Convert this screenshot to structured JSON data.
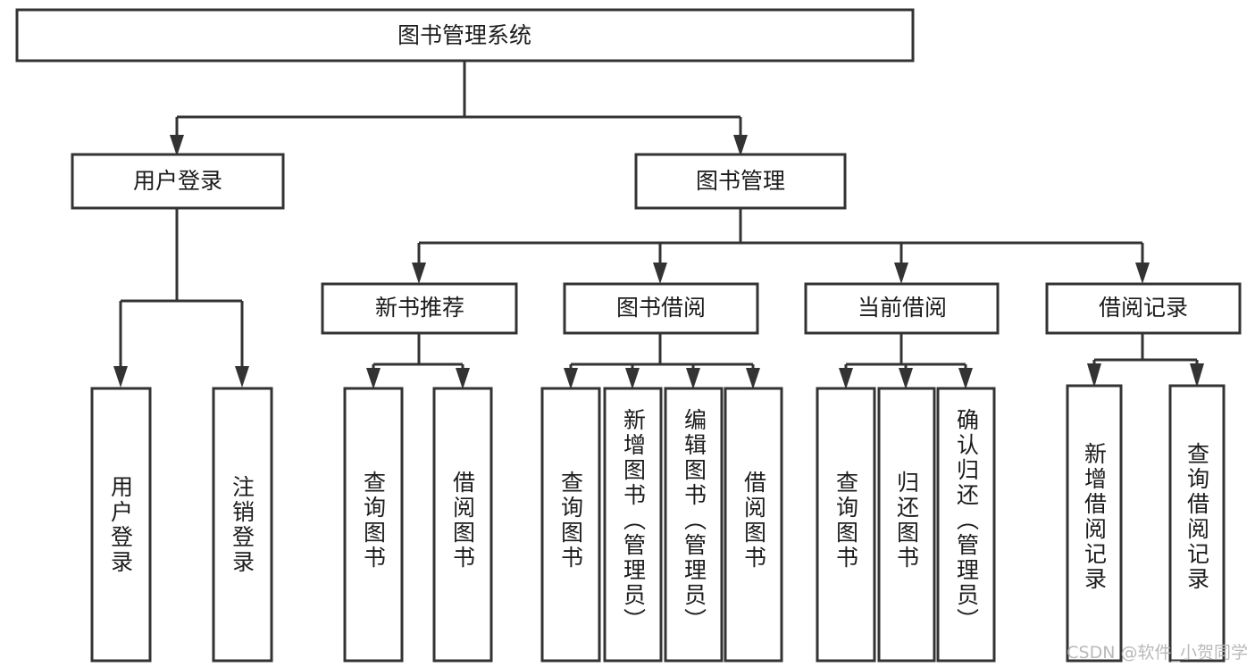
{
  "diagram": {
    "type": "hierarchy-tree",
    "title": "图书管理系统",
    "watermark": "CSDN @软件_小贺同学",
    "colors": {
      "background": "#ffffff",
      "node_fill": "#ffffff",
      "node_stroke": "#333333",
      "text": "#1c1c1c",
      "watermark": "#b9b9b9"
    },
    "root": {
      "id": "root",
      "label": "图书管理系统"
    },
    "level1": [
      {
        "id": "user-login",
        "label": "用户登录"
      },
      {
        "id": "book-management",
        "label": "图书管理"
      }
    ],
    "level2": [
      {
        "id": "new-book-recommend",
        "label": "新书推荐",
        "parent": "book-management"
      },
      {
        "id": "book-borrow",
        "label": "图书借阅",
        "parent": "book-management"
      },
      {
        "id": "current-borrow",
        "label": "当前借阅",
        "parent": "book-management"
      },
      {
        "id": "borrow-record",
        "label": "借阅记录",
        "parent": "book-management"
      }
    ],
    "leaves": [
      {
        "id": "leaf-user-login",
        "label": "用户登录",
        "parent": "user-login"
      },
      {
        "id": "leaf-logout-login",
        "label": "注销登录",
        "parent": "user-login"
      },
      {
        "id": "leaf-query-book-rec",
        "label": "查询图书",
        "parent": "new-book-recommend"
      },
      {
        "id": "leaf-borrow-book-rec",
        "label": "借阅图书",
        "parent": "new-book-recommend"
      },
      {
        "id": "leaf-query-book-borrow",
        "label": "查询图书",
        "parent": "book-borrow"
      },
      {
        "id": "leaf-add-book-admin",
        "label": "新增图书（管理员）",
        "parent": "book-borrow"
      },
      {
        "id": "leaf-edit-book-admin",
        "label": "编辑图书（管理员）",
        "parent": "book-borrow"
      },
      {
        "id": "leaf-borrow-book",
        "label": "借阅图书",
        "parent": "book-borrow"
      },
      {
        "id": "leaf-query-book-current",
        "label": "查询图书",
        "parent": "current-borrow"
      },
      {
        "id": "leaf-return-book",
        "label": "归还图书",
        "parent": "current-borrow"
      },
      {
        "id": "leaf-confirm-return-admin",
        "label": "确认归还（管理员）",
        "parent": "current-borrow"
      },
      {
        "id": "leaf-add-borrow-record",
        "label": "新增借阅记录",
        "parent": "borrow-record"
      },
      {
        "id": "leaf-query-borrow-record",
        "label": "查询借阅记录",
        "parent": "borrow-record"
      }
    ]
  }
}
